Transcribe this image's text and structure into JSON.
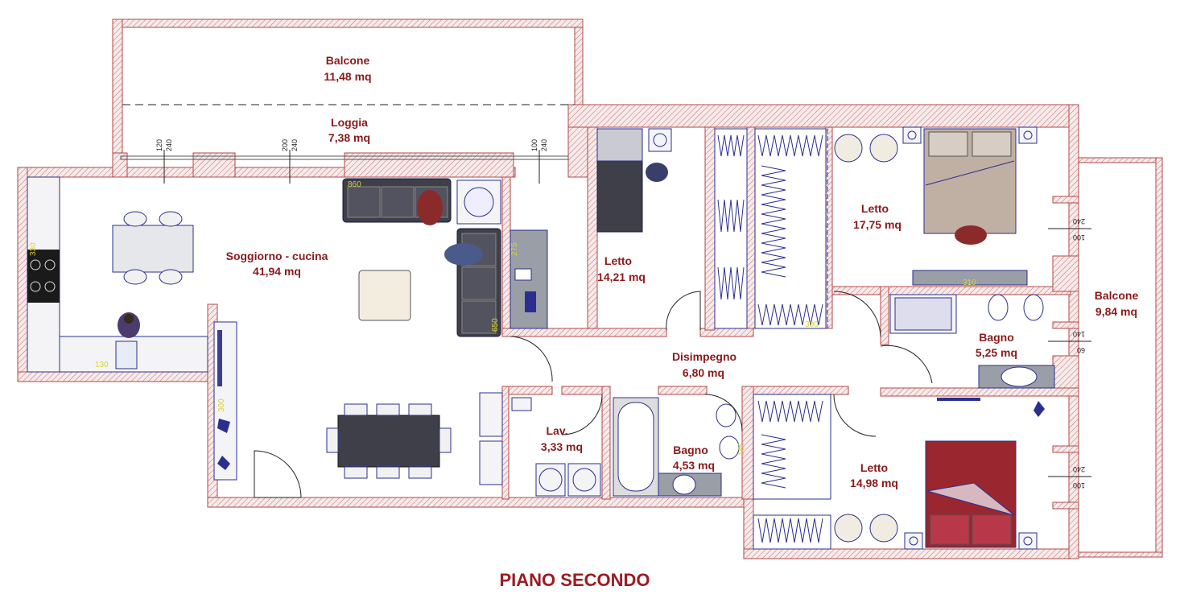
{
  "title": "PIANO SECONDO",
  "colors": {
    "label": "#8b1a1a",
    "wall": "#b04a4a",
    "furniture_line": "#2a2f8f",
    "dimension_text": "#d8d23a"
  },
  "rooms": [
    {
      "name": "Balcone",
      "area": "11,48 mq"
    },
    {
      "name": "Loggia",
      "area": "7,38 mq"
    },
    {
      "name": "Soggiorno - cucina",
      "area": "41,94 mq"
    },
    {
      "name": "Letto",
      "area": "14,21 mq"
    },
    {
      "name": "Letto",
      "area": "17,75 mq"
    },
    {
      "name": "Balcone",
      "area": "9,84 mq"
    },
    {
      "name": "Bagno",
      "area": "5,25 mq"
    },
    {
      "name": "Disimpegno",
      "area": "6,80 mq"
    },
    {
      "name": "Lav.",
      "area": "3,33 mq"
    },
    {
      "name": "Bagno",
      "area": "4,53 mq"
    },
    {
      "name": "Letto",
      "area": "14,98 mq"
    }
  ],
  "window_dims": [
    {
      "a": "120",
      "b": "240"
    },
    {
      "a": "200",
      "b": "240"
    },
    {
      "a": "100",
      "b": "240"
    },
    {
      "a": "240",
      "b": "100"
    },
    {
      "a": "140",
      "b": "60"
    },
    {
      "a": "240",
      "b": "100"
    }
  ],
  "furniture_dims": [
    "330",
    "860",
    "275",
    "650",
    "130",
    "300",
    "186",
    "300",
    "310"
  ]
}
